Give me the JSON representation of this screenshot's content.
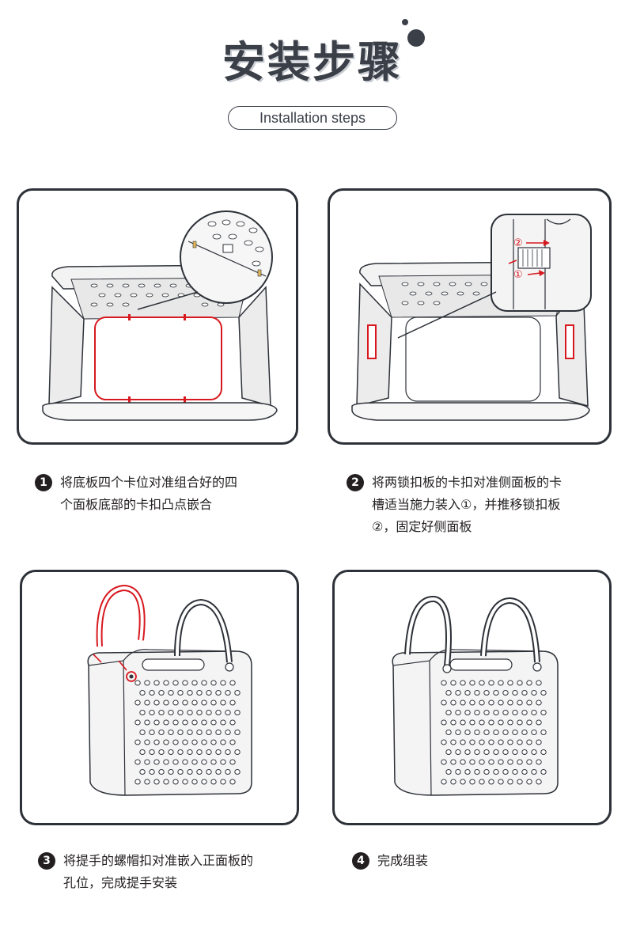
{
  "header": {
    "title": "安装步骤",
    "subtitle": "Installation steps"
  },
  "steps": [
    {
      "number": "1",
      "lines": [
        "将底板四个卡位对准组合好的四",
        "个面板底部的卡扣凸点嵌合"
      ]
    },
    {
      "number": "2",
      "lines": [
        "将两锁扣板的卡扣对准侧面板的卡",
        "槽适当施力装入①，并推移锁扣板",
        "②，固定好侧面板"
      ]
    },
    {
      "number": "3",
      "lines": [
        "将提手的螺帽扣对准嵌入正面板的",
        "孔位，完成提手安装"
      ]
    },
    {
      "number": "4",
      "lines": [
        "完成组装"
      ]
    }
  ],
  "callouts": {
    "marker_1": "①",
    "marker_2": "②"
  },
  "colors": {
    "highlight": "#d7191f",
    "outline": "#2d3138",
    "title": "#3a3f48"
  }
}
